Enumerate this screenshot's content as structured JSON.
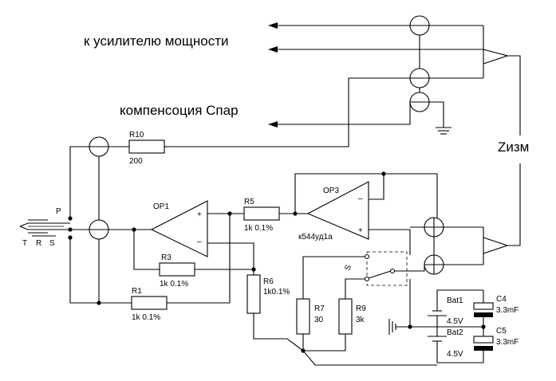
{
  "labels": {
    "amp": "к усилителю мощности",
    "comp": "компенсоция Спар",
    "zizm": "Zизм",
    "jack_p": "P",
    "jack_t": "T",
    "jack_r": "R",
    "jack_s": "S",
    "switch_s": "S"
  },
  "opamps": {
    "op1": "OP1",
    "op3": "OP3",
    "op3_part": "к544уд1а",
    "plus": "+",
    "minus": "–"
  },
  "resistors": {
    "r10": {
      "name": "R10",
      "value": "200"
    },
    "r5": {
      "name": "R5",
      "value": "1k 0.1%"
    },
    "r3": {
      "name": "R3",
      "value": "1k 0.1%"
    },
    "r1": {
      "name": "R1",
      "value": "1k 0.1%"
    },
    "r6": {
      "name": "R6",
      "value": "1k0.1%"
    },
    "r7": {
      "name": "R7",
      "value": "30"
    },
    "r9": {
      "name": "R9",
      "value": "3k"
    }
  },
  "battery": {
    "bat1": {
      "name": "Bat1",
      "value": "4.5V"
    },
    "bat2": {
      "name": "Bat2",
      "value": "4.5V"
    }
  },
  "capacitors": {
    "c4": {
      "name": "C4",
      "value": "3.3mF"
    },
    "c5": {
      "name": "C5",
      "value": "3.3mF"
    }
  }
}
